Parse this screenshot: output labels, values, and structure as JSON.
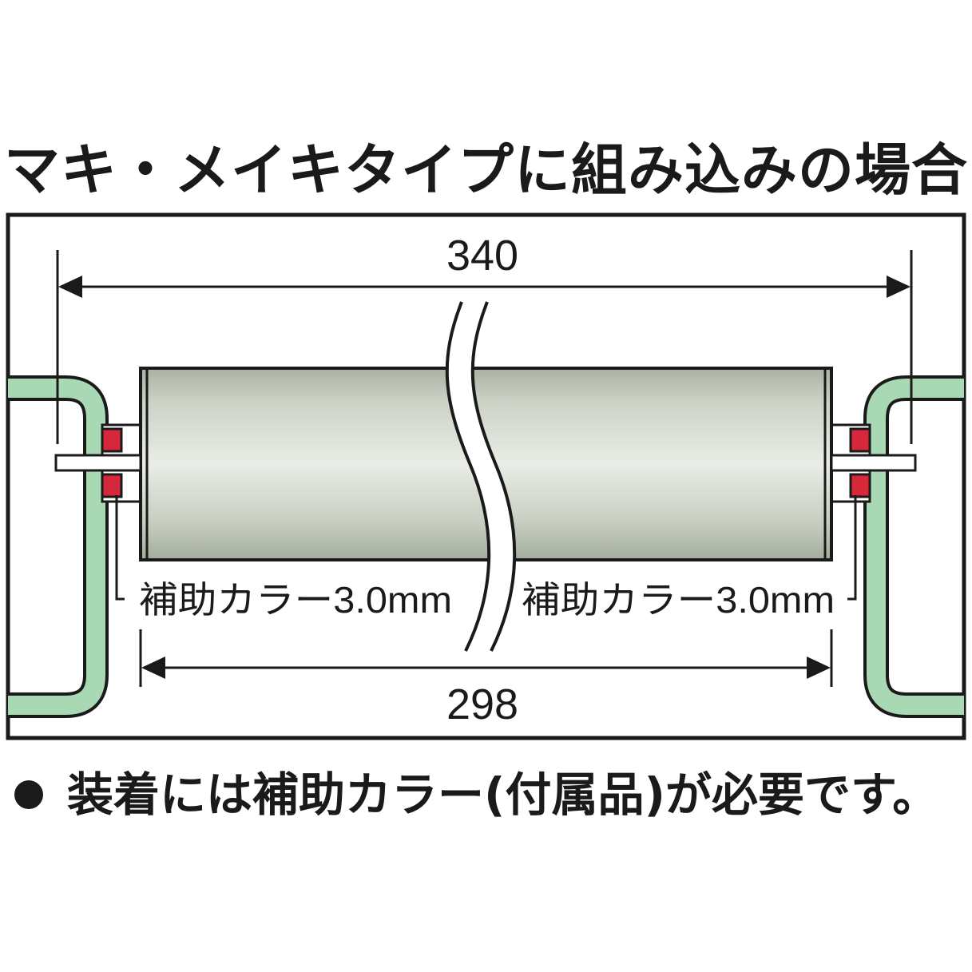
{
  "heading": "マキ・メイキタイプに組み込みの場合",
  "dimensions": {
    "overall": "340",
    "roller": "298"
  },
  "collar_labels": {
    "left": "補助カラー3.0mm",
    "right": "補助カラー3.0mm"
  },
  "note": "装着には補助カラー(付属品)が必要です。",
  "colors": {
    "frame_fill": "#a9d8b4",
    "frame_stroke": "#1a1a1a",
    "roller_light": "#e8ece4",
    "roller_dark": "#a9b2a1",
    "collar": "#d6283a",
    "panel_border": "#1a1a1a",
    "text": "#1a1a1a"
  }
}
